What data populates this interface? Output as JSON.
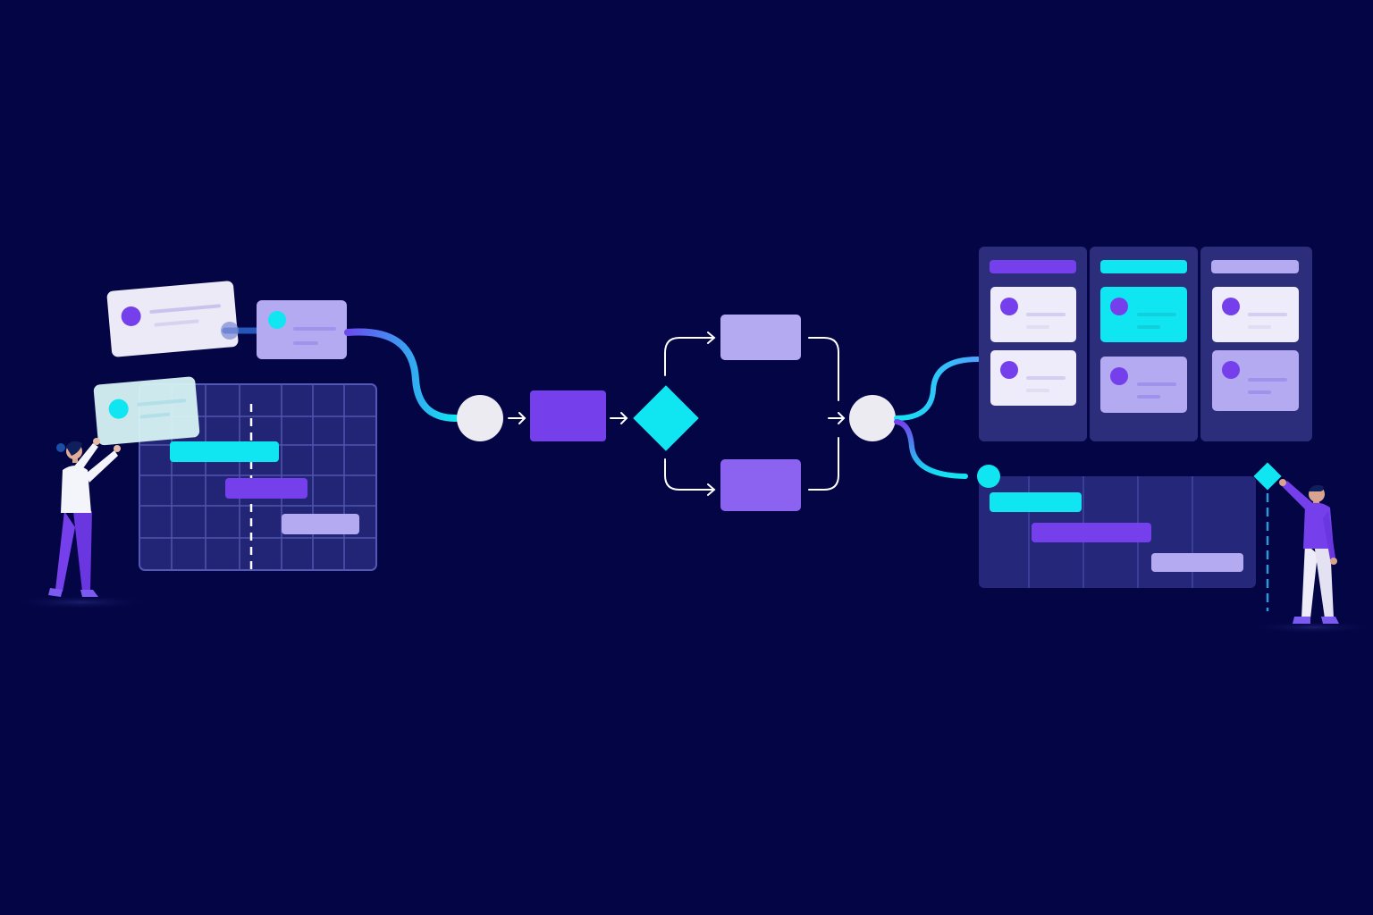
{
  "colors": {
    "background": "#030545",
    "cyan": "#10e6f2",
    "purple": "#7540ec",
    "lavender": "#b3aaf2",
    "light_card": "#eeecfa",
    "circle": "#ecebf2",
    "panel": "#2b2d7a",
    "panel_grid": "#4f54ad",
    "connector": "#ffffff"
  },
  "icons": {
    "start_node": "circle",
    "decision": "diamond",
    "merge_node": "circle",
    "milestone": "diamond",
    "arrows": "arrow-right"
  },
  "left_gantt": {
    "bars": [
      {
        "color": "cyan",
        "start": 0.13,
        "end": 0.59
      },
      {
        "color": "purple",
        "start": 0.36,
        "end": 0.71
      },
      {
        "color": "lavender",
        "start": 0.6,
        "end": 0.93
      }
    ],
    "today_marker": 0.47
  },
  "kanban": {
    "columns": [
      {
        "header_color": "purple",
        "cards": [
          "light_card",
          "light_card"
        ]
      },
      {
        "header_color": "cyan",
        "cards": [
          "cyan",
          "lavender"
        ]
      },
      {
        "header_color": "lavender",
        "cards": [
          "light_card",
          "lavender"
        ]
      }
    ]
  },
  "right_gantt": {
    "bars": [
      {
        "color": "cyan",
        "start": 0.04,
        "end": 0.37
      },
      {
        "color": "purple",
        "start": 0.19,
        "end": 0.62
      },
      {
        "color": "lavender",
        "start": 0.62,
        "end": 0.96
      }
    ]
  }
}
